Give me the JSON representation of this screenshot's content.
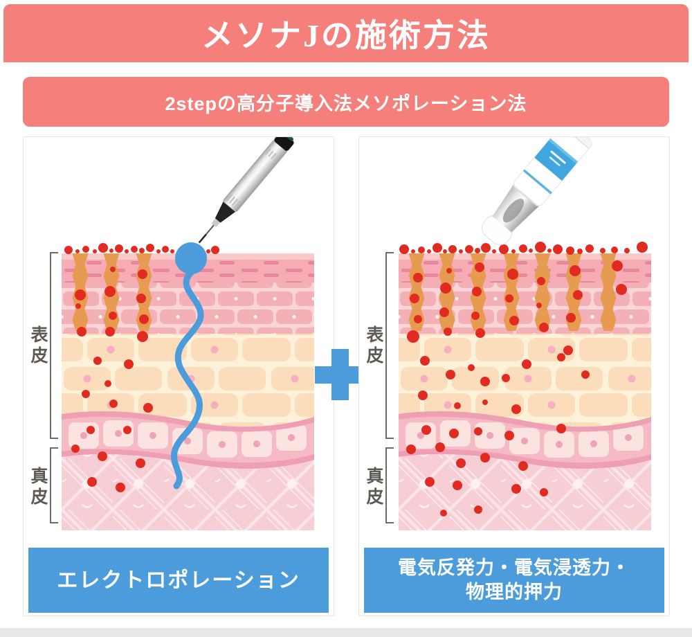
{
  "header": {
    "title": "メソナJの施術方法",
    "subtitle": "2stepの高分子導入法メソポレーション法"
  },
  "colors": {
    "accent_salmon": "#F57F7B",
    "accent_blue": "#4C9BDA",
    "dot_red": "#E12B21",
    "channel_orange": "#E79B50"
  },
  "panels": [
    {
      "id": "electroporation",
      "epidermis_label": "表皮",
      "dermis_label": "真皮",
      "caption_lines": [
        "エレクトロポレーション"
      ],
      "device": "needle-pen",
      "has_wave": true,
      "channels": [
        27,
        72,
        119
      ],
      "surface_dots": [
        [
          10,
          -5,
          6
        ],
        [
          23,
          -3,
          3
        ],
        [
          35,
          -6,
          5
        ],
        [
          48,
          -3,
          3
        ],
        [
          60,
          -8,
          7
        ],
        [
          72,
          -4,
          3
        ],
        [
          83,
          -7,
          6
        ],
        [
          94,
          -3,
          3
        ],
        [
          105,
          -6,
          5
        ],
        [
          116,
          -4,
          4
        ],
        [
          128,
          -8,
          6
        ],
        [
          140,
          -3,
          3
        ],
        [
          150,
          -6,
          5
        ],
        [
          160,
          -3,
          3
        ],
        [
          212,
          -3,
          3
        ],
        [
          222,
          -5,
          6
        ]
      ],
      "skin_dots": [
        [
          27,
          60,
          8
        ],
        [
          24,
          76,
          4
        ],
        [
          29,
          113,
          7
        ],
        [
          74,
          23,
          4
        ],
        [
          70,
          55,
          8
        ],
        [
          74,
          90,
          6
        ],
        [
          70,
          113,
          7
        ],
        [
          117,
          30,
          7
        ],
        [
          115,
          65,
          7
        ],
        [
          119,
          95,
          7
        ],
        [
          117,
          120,
          8
        ],
        [
          52,
          155,
          6
        ],
        [
          97,
          160,
          7
        ],
        [
          67,
          188,
          5
        ],
        [
          35,
          203,
          6
        ],
        [
          75,
          217,
          6
        ],
        [
          125,
          223,
          7
        ],
        [
          42,
          255,
          6
        ],
        [
          95,
          255,
          6
        ],
        [
          20,
          282,
          6
        ],
        [
          59,
          293,
          7
        ],
        [
          114,
          303,
          7
        ],
        [
          44,
          330,
          7
        ],
        [
          85,
          338,
          7
        ]
      ]
    },
    {
      "id": "electric-forces",
      "epidermis_label": "表皮",
      "dermis_label": "真皮",
      "caption_lines": [
        "電気反発力・電気浸透力・",
        "物理的押力"
      ],
      "device": "meso-handpiece",
      "has_wave": false,
      "channels": [
        26,
        70,
        115,
        163,
        208,
        253,
        303
      ],
      "surface_dots": [
        [
          8,
          -6,
          7
        ],
        [
          21,
          -3,
          3
        ],
        [
          33,
          -5,
          5
        ],
        [
          44,
          -3,
          3
        ],
        [
          56,
          -8,
          7
        ],
        [
          67,
          -3,
          3
        ],
        [
          78,
          -6,
          6
        ],
        [
          90,
          -3,
          3
        ],
        [
          102,
          -6,
          6
        ],
        [
          114,
          -4,
          4
        ],
        [
          126,
          -8,
          7
        ],
        [
          138,
          -3,
          3
        ],
        [
          152,
          -6,
          7
        ],
        [
          166,
          -3,
          3
        ],
        [
          180,
          -7,
          6
        ],
        [
          191,
          -4,
          3
        ],
        [
          205,
          -9,
          8
        ],
        [
          218,
          -4,
          3
        ],
        [
          230,
          -6,
          7
        ],
        [
          248,
          -4,
          6
        ],
        [
          262,
          -3,
          4
        ],
        [
          276,
          -7,
          6
        ],
        [
          295,
          -4,
          4
        ],
        [
          312,
          -5,
          5
        ],
        [
          330,
          -4,
          4
        ],
        [
          352,
          -9,
          8
        ]
      ],
      "skin_dots": [
        [
          28,
          35,
          7
        ],
        [
          23,
          65,
          7
        ],
        [
          28,
          95,
          6
        ],
        [
          21,
          120,
          9
        ],
        [
          73,
          25,
          4
        ],
        [
          68,
          50,
          8
        ],
        [
          66,
          85,
          7
        ],
        [
          71,
          113,
          6
        ],
        [
          117,
          20,
          7
        ],
        [
          113,
          55,
          7
        ],
        [
          111,
          90,
          6
        ],
        [
          118,
          115,
          7
        ],
        [
          165,
          30,
          8
        ],
        [
          160,
          65,
          6
        ],
        [
          167,
          97,
          7
        ],
        [
          206,
          40,
          6
        ],
        [
          203,
          75,
          4
        ],
        [
          210,
          107,
          7
        ],
        [
          255,
          25,
          8
        ],
        [
          259,
          60,
          7
        ],
        [
          249,
          93,
          7
        ],
        [
          316,
          18,
          8
        ],
        [
          322,
          52,
          8
        ],
        [
          38,
          155,
          7
        ],
        [
          75,
          175,
          7
        ],
        [
          105,
          165,
          5
        ],
        [
          125,
          185,
          7
        ],
        [
          155,
          180,
          6
        ],
        [
          185,
          160,
          7
        ],
        [
          235,
          150,
          6
        ],
        [
          245,
          140,
          7
        ],
        [
          270,
          175,
          6
        ],
        [
          35,
          205,
          7
        ],
        [
          85,
          220,
          5
        ],
        [
          125,
          215,
          4
        ],
        [
          170,
          225,
          7
        ],
        [
          40,
          255,
          7
        ],
        [
          80,
          260,
          7
        ],
        [
          115,
          257,
          6
        ],
        [
          160,
          263,
          7
        ],
        [
          235,
          253,
          7
        ],
        [
          18,
          283,
          7
        ],
        [
          60,
          280,
          7
        ],
        [
          90,
          303,
          7
        ],
        [
          125,
          295,
          7
        ],
        [
          180,
          307,
          7
        ],
        [
          45,
          330,
          7
        ],
        [
          85,
          335,
          7
        ],
        [
          170,
          340,
          7
        ],
        [
          115,
          370,
          6
        ],
        [
          210,
          345,
          6
        ],
        [
          65,
          375,
          5
        ]
      ]
    }
  ]
}
